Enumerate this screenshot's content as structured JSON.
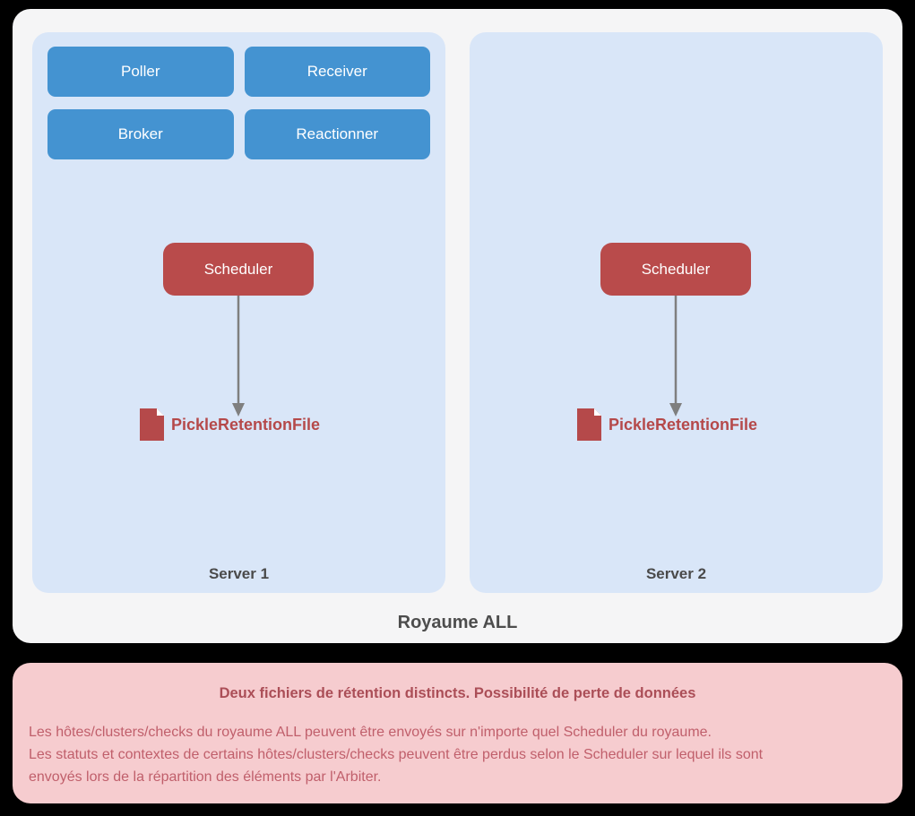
{
  "diagram": {
    "royaume": {
      "label": "Royaume ALL",
      "servers": [
        {
          "label": "Server 1",
          "daemons": [
            "Poller",
            "Receiver",
            "Broker",
            "Reactionner"
          ],
          "scheduler_label": "Scheduler",
          "retention_file_label": "PickleRetentionFile"
        },
        {
          "label": "Server 2",
          "daemons": [],
          "scheduler_label": "Scheduler",
          "retention_file_label": "PickleRetentionFile"
        }
      ]
    },
    "warning": {
      "title": "Deux fichiers de rétention distincts. Possibilité de perte de données",
      "lines": [
        "Les hôtes/clusters/checks du royaume ALL peuvent être envoyés sur n'importe quel Scheduler du royaume.",
        "Les statuts et contextes de certains hôtes/clusters/checks peuvent être perdus selon le Scheduler sur lequel ils sont",
        "envoyés lors de la répartition des éléments par l'Arbiter."
      ]
    },
    "colors": {
      "daemon_blue": "#4493d1",
      "scheduler_red": "#b94b4b",
      "server_background": "#d9e6f8",
      "royaume_background": "#f5f5f6",
      "warning_background": "#f6cccf",
      "warning_title_text": "#ab4e57",
      "warning_body_text": "#c05f6b",
      "file_red": "#b5494a",
      "arrow_gray": "#7f7f7f"
    }
  }
}
